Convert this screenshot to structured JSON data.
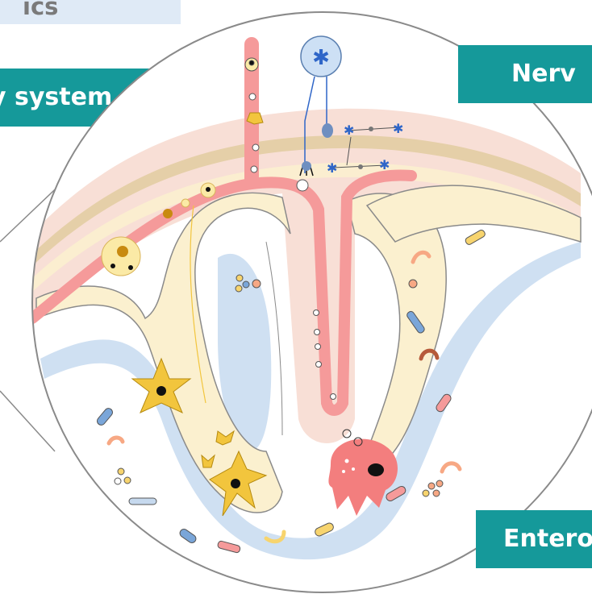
{
  "labels": {
    "top_partial": "ics",
    "left_partial": "y system",
    "right_partial": "Nerv",
    "bottom_partial": "Entero"
  },
  "colors": {
    "teal_label": "#15999a",
    "top_label_bg": "#dfeaf6",
    "vessel": "#f59a9a",
    "epithelium": "#fbf0cf",
    "mucus": "#cfe0f2",
    "lamina_propria": "#f8dfd6",
    "muscle_band": "#e5cfa8",
    "nerve_cell": "#2f66c8",
    "immune_cell": "#f2c53d"
  },
  "icons": [
    "blood-vessel",
    "epithelial-cell",
    "enteric-neuron",
    "dendritic-cell",
    "macrophage",
    "immune-cell",
    "enteroendocrine-cell",
    "bacterium",
    "vesicle"
  ]
}
